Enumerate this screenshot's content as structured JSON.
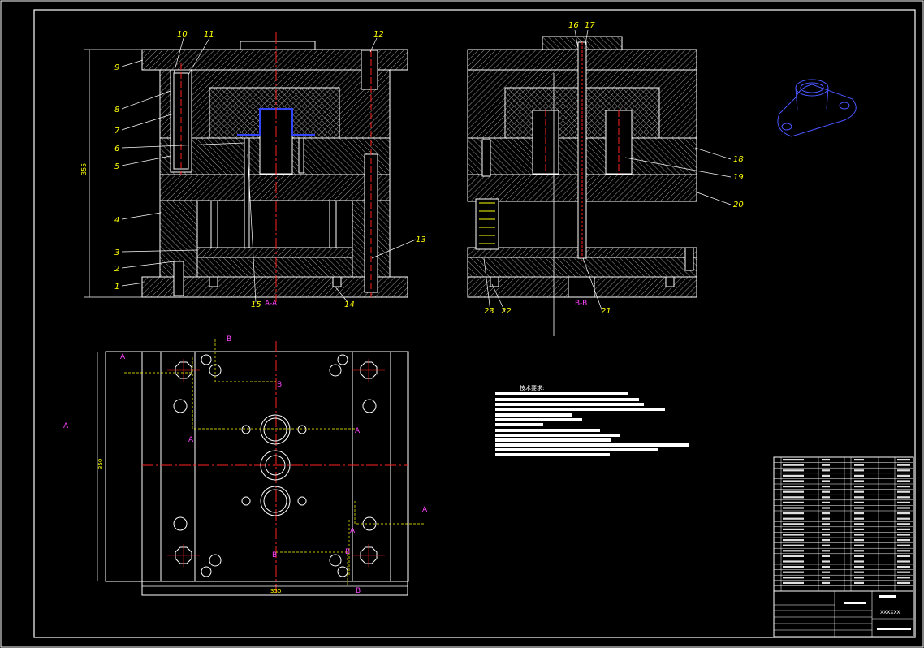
{
  "colors": {
    "background": "#000000",
    "line": "#ffffff",
    "centerline": "#ff2222",
    "callout": "#ffff00",
    "section_label": "#ff44ff",
    "iso_part": "#4a55ff",
    "accent_blue": "#3344ff",
    "leader": "#cccccc"
  },
  "callouts_left": [
    "1",
    "2",
    "3",
    "4",
    "5",
    "6",
    "7",
    "8",
    "9",
    "10",
    "11",
    "12",
    "13",
    "14",
    "15"
  ],
  "callouts_right": [
    "16",
    "17",
    "18",
    "19",
    "20",
    "21",
    "22",
    "23"
  ],
  "section_labels": {
    "aa": "A-A",
    "bb": "B-B",
    "a": "A",
    "b": "B"
  },
  "dimensions": {
    "height": "355",
    "plan_height": "350",
    "plan_width": "350"
  },
  "technical_requirements": {
    "title": "技术要求:"
  },
  "title_block": {
    "drawing_code": "XXXXXX"
  }
}
